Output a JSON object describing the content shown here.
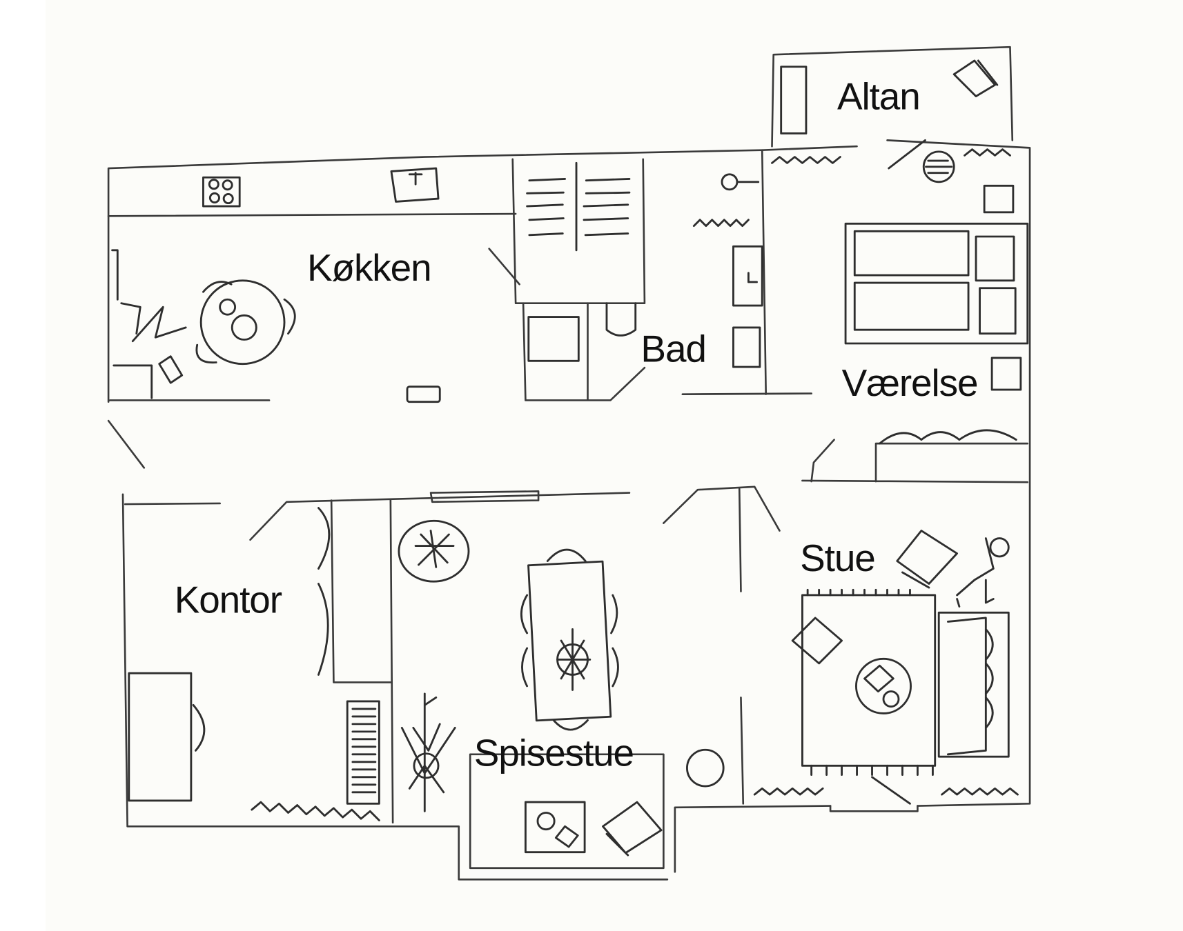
{
  "floor_plan": {
    "rooms": {
      "altan": "Altan",
      "kokken": "Køkken",
      "bad": "Bad",
      "vaerelse": "Værelse",
      "stue": "Stue",
      "kontor": "Kontor",
      "spisestue": "Spisestue"
    },
    "ink_color": "#333333",
    "paper_color": "#fcfcf9"
  }
}
